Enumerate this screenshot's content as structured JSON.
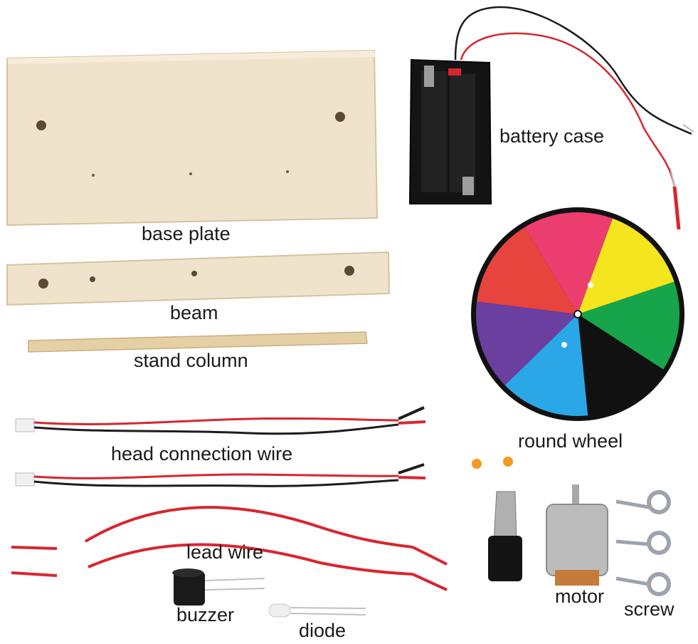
{
  "labels": {
    "battery_case": "battery case",
    "base_plate": "base plate",
    "beam": "beam",
    "stand_column": "stand column",
    "round_wheel": "round wheel",
    "head_connection_wire": "head connection wire",
    "lead_wire": "lead wire",
    "buzzer": "buzzer",
    "diode": "diode",
    "motor": "motor",
    "screw": "screw"
  },
  "colors": {
    "wood": "#efe3cb",
    "wood_edge": "#d9c7a3",
    "wire_red": "#d8262e",
    "wire_black": "#1c1c1c",
    "wheel_rim": "#111111"
  },
  "wheel_segments": [
    "#f5e51f",
    "#16a54a",
    "#111111",
    "#2aa7e6",
    "#6b3fa0",
    "#e7443d",
    "#ec3d6f"
  ]
}
